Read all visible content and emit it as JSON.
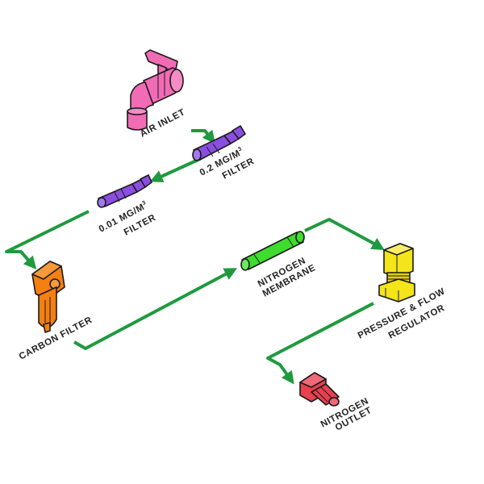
{
  "labels": {
    "air_inlet": "AIR INLET",
    "filter_02_line1": "0.2 MG/M",
    "filter_02_sup": "3",
    "filter_02_line2": "FILTER",
    "filter_001_line1": "0.01 MG/M",
    "filter_001_sup": "3",
    "filter_001_line2": "FILTER",
    "carbon_filter": "CARBON FILTER",
    "membrane_line1": "NITROGEN",
    "membrane_line2": "MEMBRANE",
    "regulator_line1": "PRESSURE & FLOW",
    "regulator_line2": "REGULATOR",
    "outlet_line1": "NITROGEN",
    "outlet_line2": "OUTLET"
  },
  "colors": {
    "flow_arrow": "#1f9a3f",
    "air_inlet": "#f26bb5",
    "filter_02": "#8a4fe0",
    "filter_001": "#8a4fe0",
    "carbon_filter": "#f57f0f",
    "membrane": "#3ddc2d",
    "regulator": "#f4e41a",
    "outlet": "#e8404f"
  },
  "components": [
    {
      "id": "air-inlet",
      "icon": "faucet-icon"
    },
    {
      "id": "filter-0-2",
      "icon": "inline-filter-icon"
    },
    {
      "id": "filter-0-01",
      "icon": "inline-filter-icon"
    },
    {
      "id": "carbon-filter",
      "icon": "canister-filter-icon"
    },
    {
      "id": "nitrogen-membrane",
      "icon": "membrane-tube-icon"
    },
    {
      "id": "regulator",
      "icon": "regulator-fitting-icon"
    },
    {
      "id": "nitrogen-outlet",
      "icon": "outlet-fitting-icon"
    }
  ]
}
